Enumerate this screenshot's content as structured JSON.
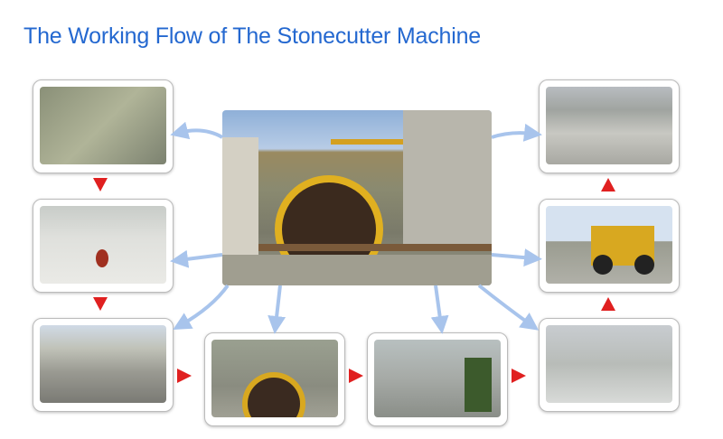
{
  "title": "The Working Flow of The Stonecutter Machine",
  "colors": {
    "title": "#2468d0",
    "flow_arrow": "#e02020",
    "source_arrow": "#a8c4ec"
  },
  "steps": [
    {
      "id": "quarry-drilling"
    },
    {
      "id": "wire-threading"
    },
    {
      "id": "block-face-cutting"
    },
    {
      "id": "circular-saw-cutting"
    },
    {
      "id": "block-splitting"
    },
    {
      "id": "bench-cutting"
    },
    {
      "id": "block-loading"
    },
    {
      "id": "finished-blocks"
    }
  ]
}
